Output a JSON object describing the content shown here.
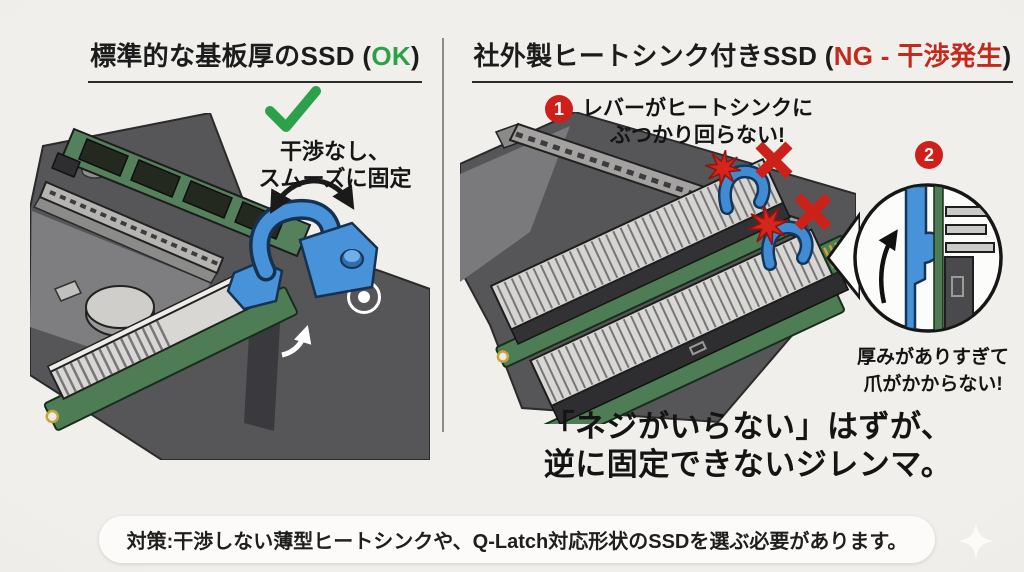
{
  "page": {
    "background_center": "#f0efeb",
    "background_edge": "#e3e1dc",
    "divider_color": "#8c8c88"
  },
  "palette": {
    "ok_green": "#2da04a",
    "ng_red": "#c32a1e",
    "badge_red": "#ce1f1a",
    "alert_red": "#d6251d",
    "latch_blue": "#4792d8",
    "board_gray": "#565659",
    "pcb_green": "#4e7d55",
    "heatsink_gray": "#d7d6d3",
    "text_dark": "#1a1a1a"
  },
  "left_panel": {
    "title": {
      "prefix": "標準的な基板厚のSSD (",
      "status": "OK",
      "suffix": ")"
    },
    "check_icon": "check-icon",
    "rotation_arrow_icon": "rotation-arrow-icon",
    "note_line1": "干渉なし、",
    "note_line2": "スムーズに固定"
  },
  "right_panel": {
    "title": {
      "prefix": "社外製ヒートシンク付きSSD (",
      "status": "NG - 干渉発生",
      "suffix": ")"
    },
    "callout1": {
      "number": "1",
      "line1": "レバーがヒートシンクに",
      "line2": "ぶつかり回らない!"
    },
    "callout2": {
      "number": "2",
      "line1": "厚みがありすぎて",
      "line2": "爪がかからない!"
    },
    "cross_icon": "cross-icon",
    "collision_icon": "collision-burst-icon",
    "zoom_circle": "magnified-cross-section",
    "dilemma_line1": "「ネジがいらない」はずが、",
    "dilemma_line2": "逆に固定できないジレンマ。"
  },
  "footer": {
    "text": "対策:干渉しない薄型ヒートシンクや、Q-Latch対応形状のSSDを選ぶ必要があります。"
  },
  "sparkle_icon": "sparkle-icon"
}
